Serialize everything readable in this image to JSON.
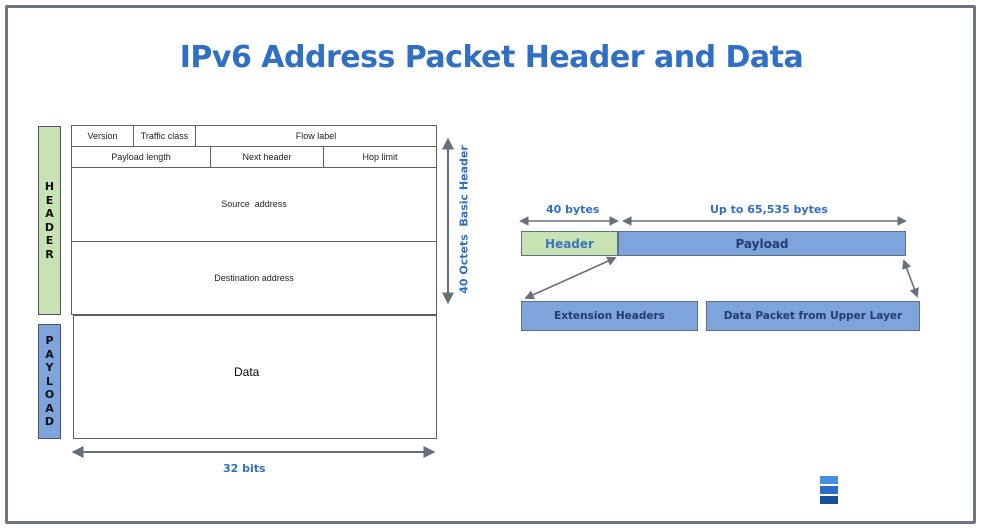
{
  "title": "IPv6 Address Packet Header and Data",
  "side_labels": {
    "header": [
      "H",
      "E",
      "A",
      "D",
      "E",
      "R"
    ],
    "payload": [
      "P",
      "A",
      "Y",
      "L",
      "O",
      "A",
      "D"
    ]
  },
  "header_table": {
    "row1": [
      "Version",
      "Traffic class",
      "Flow label"
    ],
    "row2": [
      "Payload length",
      "Next header",
      "Hop limit"
    ],
    "source": "Source  address",
    "destination": "Destination address",
    "data": "Data"
  },
  "width_label": "32 bits",
  "height_label": "40 Octets  Basic Header",
  "packet": {
    "header_size": "40 bytes",
    "payload_size": "Up to 65,535 bytes",
    "header": "Header",
    "payload": "Payload",
    "extension_headers": "Extension Headers",
    "upper_layer": "Data Packet from Upper Layer"
  },
  "colors": {
    "title": "#2f6fc4",
    "header_green": "#c9e2b3",
    "payload_blue": "#7fa4dc",
    "arrow": "#66707c"
  }
}
